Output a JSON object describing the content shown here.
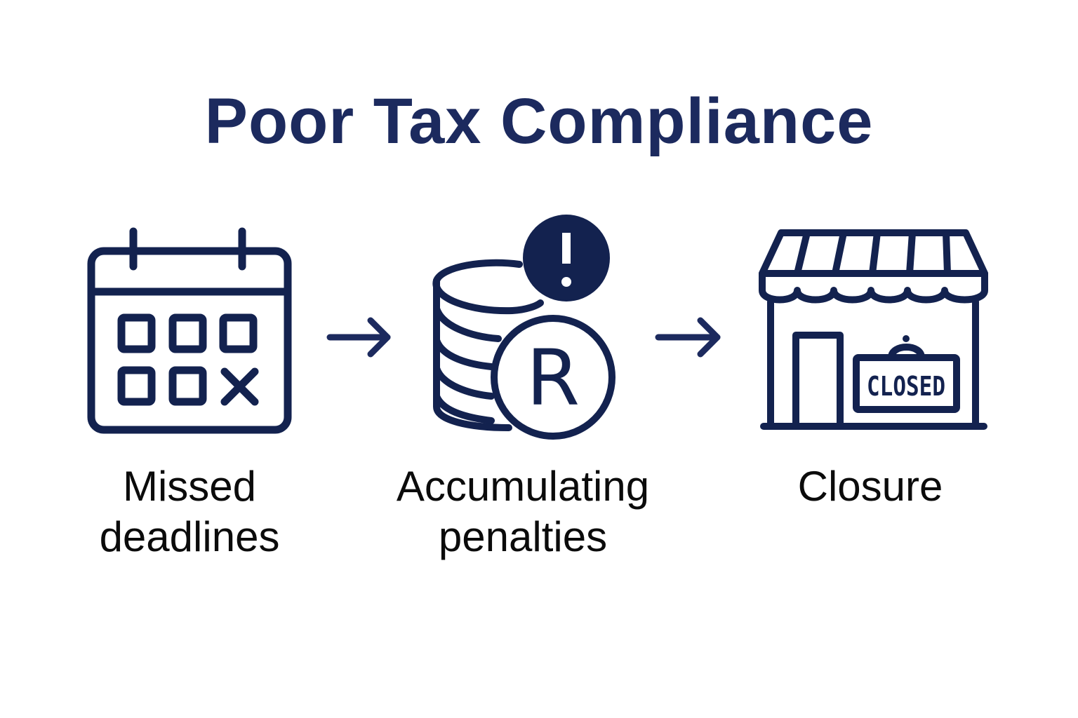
{
  "title": "Poor Tax Compliance",
  "colors": {
    "primary": "#1c2a5e",
    "icon": "#13224f",
    "text": "#0b0b0b",
    "background": "#ffffff"
  },
  "steps": [
    {
      "icon": "calendar-missed-icon",
      "label_lines": [
        "Missed",
        "deadlines"
      ]
    },
    {
      "icon": "coins-penalty-icon",
      "label_lines": [
        "Accumulating",
        "penalties"
      ],
      "coin_letter": "R",
      "alert_glyph": "!"
    },
    {
      "icon": "store-closed-icon",
      "label_lines": [
        "Closure"
      ],
      "sign_text": "CLOSED"
    }
  ],
  "arrows": [
    "arrow-right-icon",
    "arrow-right-icon"
  ]
}
